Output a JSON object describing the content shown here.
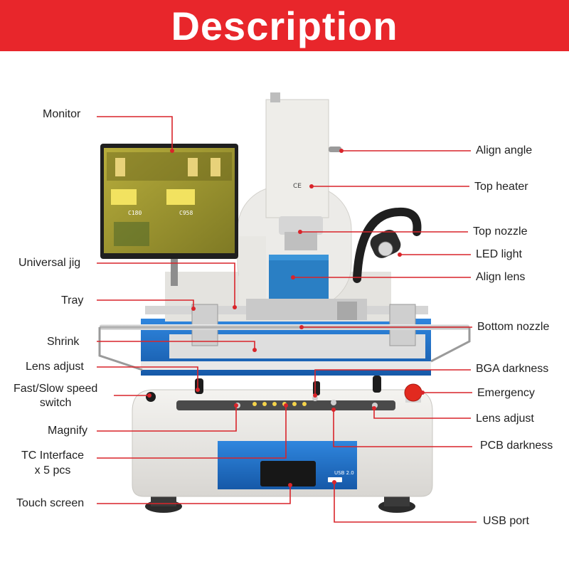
{
  "header": {
    "title": "Description"
  },
  "colors": {
    "banner": "#e8262b",
    "leader": "#d9242a",
    "machine_body": "#ecebe8",
    "machine_blue": "#1f6fc6",
    "monitor_frame": "#202020",
    "screen": "#9f9a2e",
    "emergency": "#e22a1f"
  },
  "device": {
    "monitor_labels": [
      "C180",
      "C958"
    ]
  },
  "labels": {
    "monitor": "Monitor",
    "universal_jig": "Universal jig",
    "tray": "Tray",
    "shrink": "Shrink",
    "lens_adjust_left": "Lens adjust",
    "fast_slow_switch": "Fast/Slow speed\nswitch",
    "magnify": "Magnify",
    "tc_interface": "TC Interface\nx 5 pcs",
    "touch_screen": "Touch screen",
    "align_angle": "Align angle",
    "top_heater": "Top heater",
    "top_nozzle": "Top nozzle",
    "led_light": "LED light",
    "align_lens": "Align lens",
    "bottom_nozzle": "Bottom nozzle",
    "bga_darkness": "BGA darkness",
    "emergency": "Emergency",
    "lens_adjust_right": "Lens adjust",
    "pcb_darkness": "PCB darkness",
    "usb_port": "USB port",
    "usb_marking": "USB 2.0"
  }
}
